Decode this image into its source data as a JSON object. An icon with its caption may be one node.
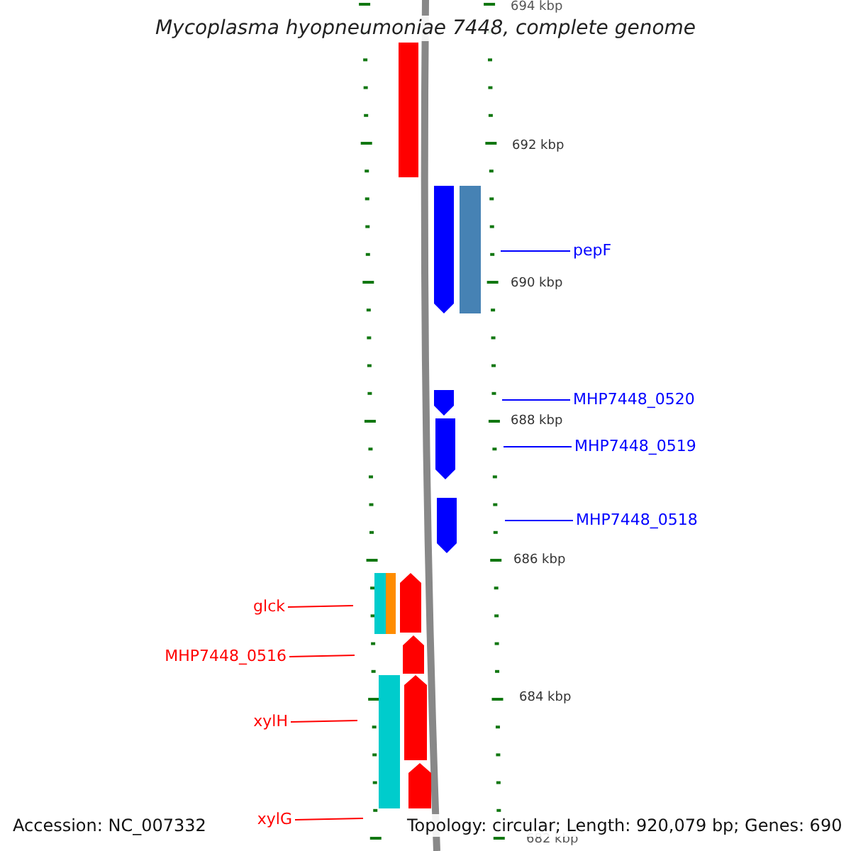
{
  "diagram": {
    "title": "Mycoplasma hyopneumoniae 7448, complete genome",
    "nodes": [
      {
        "text": [
          "pepF"
        ]
      },
      {
        "text": [
          "MHP7448_0520"
        ]
      },
      {
        "text": [
          "MHP7448_0519"
        ]
      },
      {
        "text": [
          "MHP7448_0518"
        ]
      },
      {
        "text": [
          "glck"
        ]
      },
      {
        "text": [
          "MHP7448_0516"
        ]
      },
      {
        "text": [
          "xylH"
        ]
      },
      {
        "text": [
          "xylG"
        ]
      }
    ],
    "edges": [
      {
        "from": 0,
        "to": null,
        "arrow": "none",
        "color": "#0000ff"
      },
      {
        "from": 1,
        "to": null,
        "arrow": "none",
        "color": "#0000ff"
      },
      {
        "from": 2,
        "to": null,
        "arrow": "none",
        "color": "#0000ff"
      },
      {
        "from": 3,
        "to": null,
        "arrow": "none",
        "color": "#0000ff"
      },
      {
        "from": 4,
        "to": null,
        "arrow": "none",
        "color": "#ff0000"
      },
      {
        "from": 5,
        "to": null,
        "arrow": "none",
        "color": "#ff0000"
      },
      {
        "from": 6,
        "to": null,
        "arrow": "none",
        "color": "#ff0000"
      },
      {
        "from": 7,
        "to": null,
        "arrow": "none",
        "color": "#ff0000"
      }
    ],
    "labels": [
      "694 kbp",
      "692 kbp",
      "690 kbp",
      "688 kbp",
      "686 kbp",
      "684 kbp",
      "682 kbp",
      "Accession: NC_007332",
      "Topology: circular; Length: 920,079 bp; Genes: 690"
    ]
  }
}
